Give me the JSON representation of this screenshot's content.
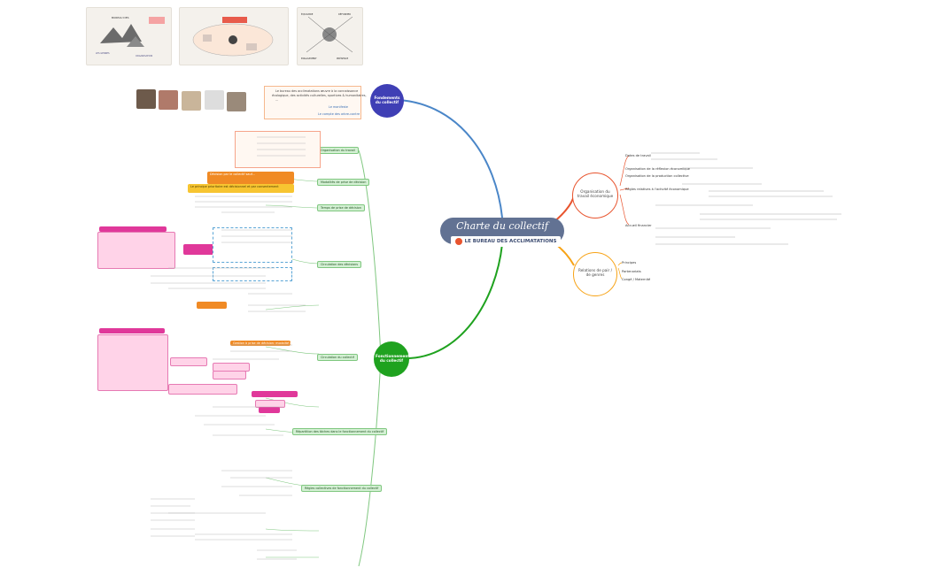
{
  "central": {
    "title": "Charte du collectif",
    "subtitle": "LE BUREAU DES ACCLIMATATIONS"
  },
  "nodes": {
    "fondements": "Fondements du collectif",
    "fonctionnement": "Fonctionnement du collectif",
    "organisation": "Organisation du travail économique",
    "relations": "Relations de pair / de genres"
  },
  "fondements_text": {
    "line1": "Le bureau des acclimatations œuvre à la connaissance",
    "line2": "écologique, des activités culturelles, sportives & humanitaires,",
    "line3": "...",
    "link1": "Le manifeste",
    "link2": "Le compte des arbre-contre"
  },
  "left_branches": {
    "org_du_travail": "Organisation du travail",
    "modalites": "Modalités de prise de décision",
    "temps": "Temps de prise de décision",
    "circulation": "Circulation des décisions",
    "gouvernance": "Circulation du collectif",
    "repartition": "Répartition des tâches dans le fonctionnement du collectif",
    "regles": "Règles collectives de fonctionnement du collectif"
  },
  "orange_boxes": {
    "b1": "Décision par le collectif sauf...",
    "b2": "Gestion à prise de décision: modalité et pouvoir"
  },
  "yellow_box": "Le principe prioritaire est décisionnel et par consentement",
  "right_items": {
    "r1": "Dates de travail",
    "r2": "Organisation de la réflexion économique",
    "r3": "Organisation de la production collective",
    "r4": "Règles relatives à l'activité économique",
    "r5": "Accueil financier",
    "p1": "Principes",
    "p2": "Partenariats",
    "p3": "Congé / Maternité"
  },
  "colors": {
    "central": "#627293",
    "fondements": "#3f3fb5",
    "fonctionnement": "#1fa21f",
    "organisation": "#e8542e",
    "relations": "#f7a316",
    "blue_line": "#4a86c8"
  }
}
